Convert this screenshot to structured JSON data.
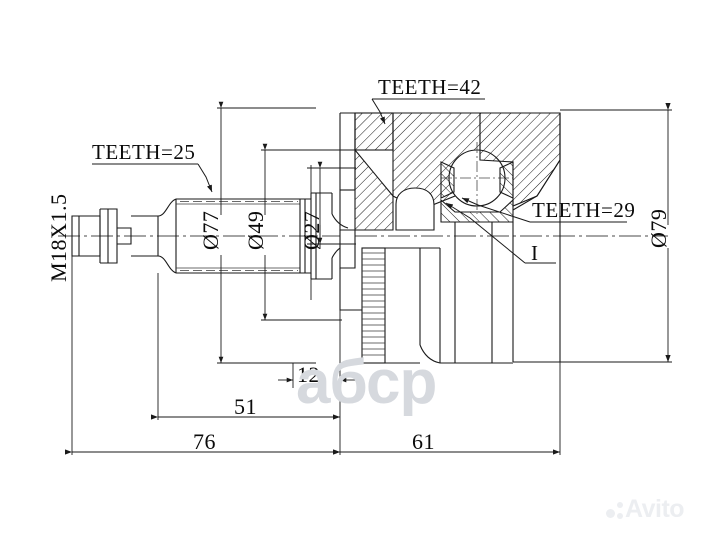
{
  "drawing": {
    "title": "CV joint outer assembly dimensioned drawing",
    "type": "technical-engineering-drawing",
    "units": "mm",
    "line_color": "#1a1a1a",
    "background": "#ffffff"
  },
  "annotations": {
    "teeth_inner_shaft": "TEETH=25",
    "teeth_cage": "TEETH=42",
    "teeth_outer": "TEETH=29",
    "thread": "M18X1.5",
    "detail_mark": "I"
  },
  "diameters": {
    "shaft_large": "Ø77",
    "shaft_mid": "Ø49",
    "shaft_small": "Ø27",
    "housing": "Ø79"
  },
  "dimensions": {
    "abs_ring_width": "12",
    "shaft_to_face": "51",
    "shaft_total": "76",
    "housing_length": "61"
  },
  "watermarks": {
    "center": "абср",
    "corner": "Avito"
  }
}
